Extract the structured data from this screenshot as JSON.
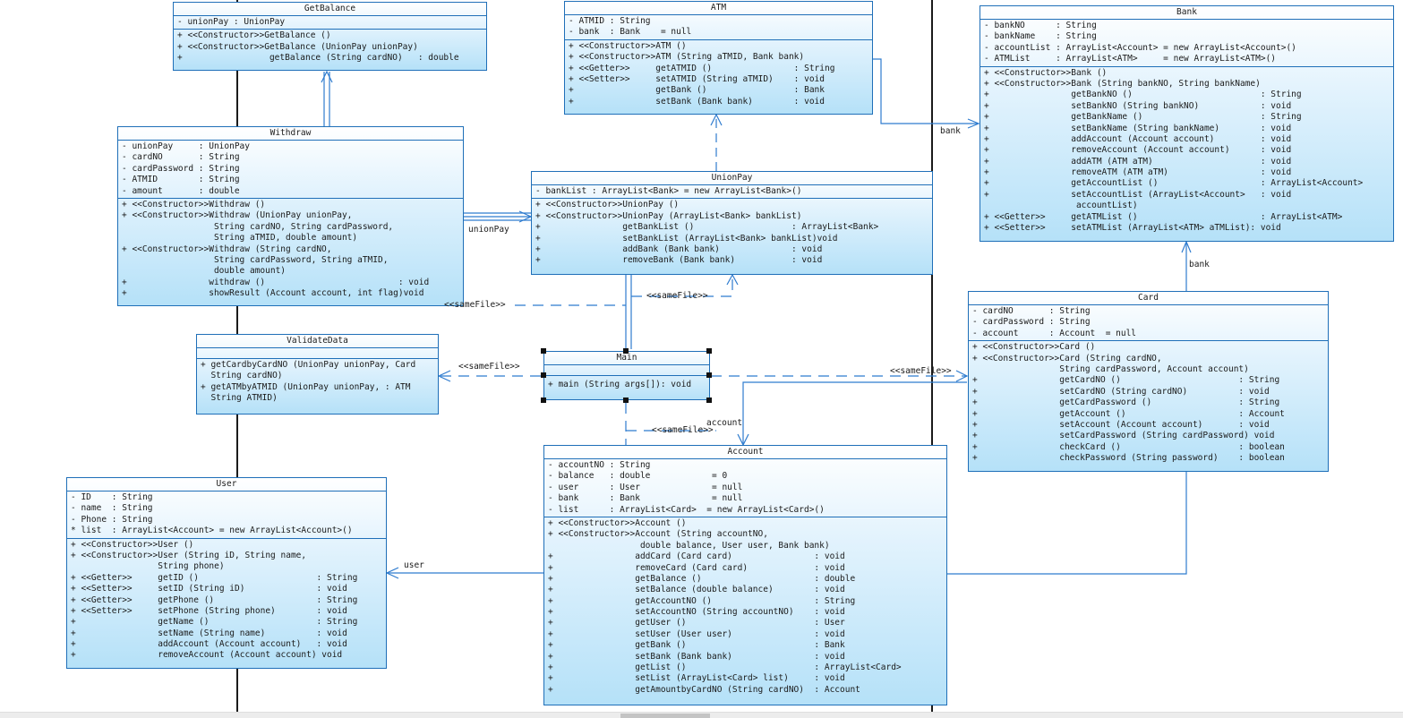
{
  "classes": {
    "getbalance": {
      "name": "GetBalance",
      "attributes": [
        "- unionPay : UnionPay"
      ],
      "operations": [
        "+ <<Constructor>>GetBalance ()",
        "+ <<Constructor>>GetBalance (UnionPay unionPay)",
        "+                 getBalance (String cardNO)   : double"
      ]
    },
    "atm": {
      "name": "ATM",
      "attributes": [
        "- ATMID : String",
        "- bank  : Bank    = null"
      ],
      "operations": [
        "+ <<Constructor>>ATM ()",
        "+ <<Constructor>>ATM (String aTMID, Bank bank)",
        "+ <<Getter>>     getATMID ()                : String",
        "+ <<Setter>>     setATMID (String aTMID)    : void",
        "+                getBank ()                 : Bank",
        "+                setBank (Bank bank)        : void"
      ]
    },
    "bank": {
      "name": "Bank",
      "attributes": [
        "- bankNO      : String",
        "- bankName    : String",
        "- accountList : ArrayList<Account> = new ArrayList<Account>()",
        "- ATMList     : ArrayList<ATM>     = new ArrayList<ATM>()"
      ],
      "operations": [
        "+ <<Constructor>>Bank ()",
        "+ <<Constructor>>Bank (String bankNO, String bankName)",
        "+                getBankNO ()                         : String",
        "+                setBankNO (String bankNO)            : void",
        "+                getBankName ()                       : String",
        "+                setBankName (String bankName)        : void",
        "+                addAccount (Account account)         : void",
        "+                removeAccount (Account account)      : void",
        "+                addATM (ATM aTM)                     : void",
        "+                removeATM (ATM aTM)                  : void",
        "+                getAccountList ()                    : ArrayList<Account>",
        "+                setAccountList (ArrayList<Account>   : void",
        "                  accountList)",
        "+ <<Getter>>     getATMList ()                        : ArrayList<ATM>",
        "+ <<Setter>>     setATMList (ArrayList<ATM> aTMList): void"
      ]
    },
    "withdraw": {
      "name": "Withdraw",
      "attributes": [
        "- unionPay     : UnionPay",
        "- cardNO       : String",
        "- cardPassword : String",
        "- ATMID        : String",
        "- amount       : double"
      ],
      "operations": [
        "+ <<Constructor>>Withdraw ()",
        "+ <<Constructor>>Withdraw (UnionPay unionPay,",
        "                  String cardNO, String cardPassword,",
        "                  String aTMID, double amount)",
        "+ <<Constructor>>Withdraw (String cardNO,",
        "                  String cardPassword, String aTMID,",
        "                  double amount)",
        "+                withdraw ()                          : void",
        "+                showResult (Account account, int flag)void"
      ]
    },
    "unionpay": {
      "name": "UnionPay",
      "attributes": [
        "- bankList : ArrayList<Bank> = new ArrayList<Bank>()"
      ],
      "operations": [
        "+ <<Constructor>>UnionPay ()",
        "+ <<Constructor>>UnionPay (ArrayList<Bank> bankList)",
        "+                getBankList ()                   : ArrayList<Bank>",
        "+                setBankList (ArrayList<Bank> bankList)void",
        "+                addBank (Bank bank)              : void",
        "+                removeBank (Bank bank)           : void"
      ]
    },
    "validatedata": {
      "name": "ValidateData",
      "attributes": [],
      "operations": [
        "+ getCardbyCardNO (UnionPay unionPay, Card",
        "  String cardNO)",
        "+ getATMbyATMID (UnionPay unionPay, : ATM",
        "  String ATMID)"
      ]
    },
    "main": {
      "name": "Main",
      "attributes": [],
      "operations": [
        "+ main (String args[]): void"
      ]
    },
    "card": {
      "name": "Card",
      "attributes": [
        "- cardNO       : String",
        "- cardPassword : String",
        "- account      : Account  = null"
      ],
      "operations": [
        "+ <<Constructor>>Card ()",
        "+ <<Constructor>>Card (String cardNO,",
        "                 String cardPassword, Account account)",
        "+                getCardNO ()                       : String",
        "+                setCardNO (String cardNO)          : void",
        "+                getCardPassword ()                 : String",
        "+                getAccount ()                      : Account",
        "+                setAccount (Account account)       : void",
        "+                setCardPassword (String cardPassword) void",
        "+                checkCard ()                       : boolean",
        "+                checkPassword (String password)    : boolean"
      ]
    },
    "user": {
      "name": "User",
      "attributes": [
        "- ID    : String",
        "- name  : String",
        "- Phone : String",
        "* list  : ArrayList<Account> = new ArrayList<Account>()"
      ],
      "operations": [
        "+ <<Constructor>>User ()",
        "+ <<Constructor>>User (String iD, String name,",
        "                 String phone)",
        "+ <<Getter>>     getID ()                       : String",
        "+ <<Setter>>     setID (String iD)              : void",
        "+ <<Getter>>     getPhone ()                    : String",
        "+ <<Setter>>     setPhone (String phone)        : void",
        "+                getName ()                     : String",
        "+                setName (String name)          : void",
        "+                addAccount (Account account)   : void",
        "+                removeAccount (Account account) void"
      ]
    },
    "account": {
      "name": "Account",
      "attributes": [
        "- accountNO : String",
        "- balance   : double            = 0",
        "- user      : User              = null",
        "- bank      : Bank              = null",
        "- list      : ArrayList<Card>  = new ArrayList<Card>()"
      ],
      "operations": [
        "+ <<Constructor>>Account ()",
        "+ <<Constructor>>Account (String accountNO,",
        "                  double balance, User user, Bank bank)",
        "+                addCard (Card card)                : void",
        "+                removeCard (Card card)             : void",
        "+                getBalance ()                      : double",
        "+                setBalance (double balance)        : void",
        "+                getAccountNO ()                    : String",
        "+                setAccountNO (String accountNO)    : void",
        "+                getUser ()                         : User",
        "+                setUser (User user)                : void",
        "+                getBank ()                         : Bank",
        "+                setBank (Bank bank)                : void",
        "+                getList ()                         : ArrayList<Card>",
        "+                setList (ArrayList<Card> list)     : void",
        "+                getAmountbyCardNO (String cardNO)  : Account"
      ]
    }
  },
  "labels": {
    "bank_1": "bank",
    "bank_2": "bank",
    "unionpay": "unionPay",
    "samefile_withdraw": "<<sameFile>>",
    "samefile_unionpay": "<<sameFile>>",
    "samefile_validate": "<<sameFile>>",
    "samefile_card": "<<sameFile>>",
    "samefile_account": "<<sameFile>>",
    "account": "account",
    "user": "user"
  }
}
